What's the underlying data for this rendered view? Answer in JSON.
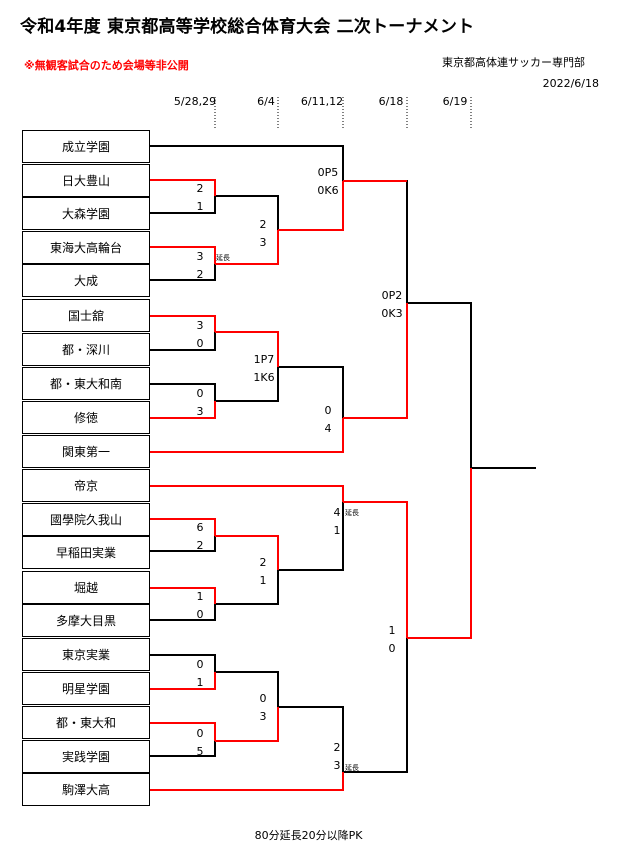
{
  "title": "令和4年度 東京都高等学校総合体育大会 二次トーナメント",
  "notice": "※無観客試合のため会場等非公開",
  "organizer": "東京都高体連サッカー専門部",
  "date": "2022/6/18",
  "rounds": [
    "5/28,29",
    "6/4",
    "6/11,12",
    "6/18",
    "6/19"
  ],
  "teams": [
    "成立学園",
    "日大豊山",
    "大森学園",
    "東海大高輪台",
    "大成",
    "国士舘",
    "都・深川",
    "都・東大和南",
    "修徳",
    "関東第一",
    "帝京",
    "國學院久我山",
    "早稲田実業",
    "堀越",
    "多摩大目黒",
    "東京実業",
    "明星学園",
    "都・東大和",
    "実践学園",
    "駒澤大高"
  ],
  "scores": {
    "r1_a_top": "2",
    "r1_a_bot": "1",
    "r1_b_top": "3",
    "r1_b_bot": "2",
    "r2_a_top": "2",
    "r2_a_bot": "3",
    "r3_a_top": "0P5",
    "r3_a_bot": "0K6",
    "r1_c_top": "3",
    "r1_c_bot": "0",
    "r1_d_top": "0",
    "r1_d_bot": "3",
    "r2_b_top": "1P7",
    "r2_b_bot": "1K6",
    "r3_b_top": "0",
    "r3_b_bot": "4",
    "sf_a_top": "0P2",
    "sf_a_bot": "0K3",
    "r1_e_top": "6",
    "r1_e_bot": "2",
    "r1_f_top": "1",
    "r1_f_bot": "0",
    "r2_c_top": "2",
    "r2_c_bot": "1",
    "r3_c_top": "4",
    "r3_c_bot": "1",
    "r1_g_top": "0",
    "r1_g_bot": "1",
    "r1_h_top": "0",
    "r1_h_bot": "5",
    "r2_d_top": "0",
    "r2_d_bot": "3",
    "r3_d_top": "2",
    "r3_d_bot": "3",
    "sf_b_top": "1",
    "sf_b_bot": "0"
  },
  "extra_time": "延長",
  "footer": "80分延長20分以降PK",
  "colors": {
    "winner": "#ff0000",
    "loser": "#000000"
  }
}
